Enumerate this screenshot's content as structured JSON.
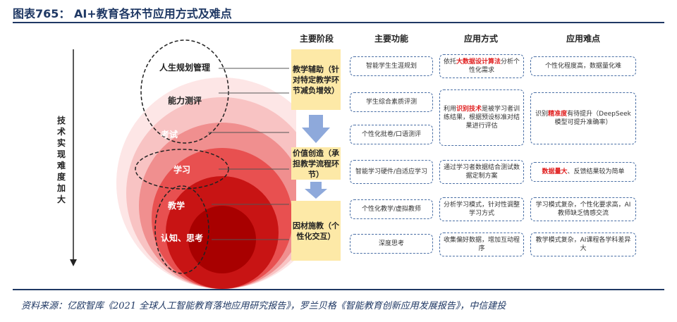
{
  "title": "图表765：  AI+教育各环节应用方式及难点",
  "headers": {
    "stage": "主要阶段",
    "func": "主要功能",
    "method": "应用方式",
    "difficulty": "应用难点"
  },
  "vertical_label": "技术实现难度加大",
  "circles": {
    "life": "人生规划管理",
    "ability": "能力测评",
    "exam": "考试",
    "study": "学习",
    "teach": "教学",
    "cognition": "认知、思考"
  },
  "stages": [
    {
      "label": "教学辅助（针对特定教学环节减负增效）"
    },
    {
      "label": "价值创造（承担教学流程环节）"
    },
    {
      "label": "因材施教（个性化交互）"
    }
  ],
  "functions": [
    "智能学生生涯规划",
    "学生综合素质评测",
    "个性化批卷/口语测评",
    "智能学习硬件/自适应学习",
    "个性化教学/虚拟教师",
    "深度思考"
  ],
  "methods": {
    "m1_pre": "依托",
    "m1_red": "大数据设计算法",
    "m1_post": "分析个性化需求",
    "m2_pre": "利用",
    "m2_red": "识别技术",
    "m2_post": "是被学习者训练结果，根据预设标准对结果进行评估",
    "m3": "通过学习者数据结合测试数据定制方案",
    "m4": "分析学习模式，针对性调整学习方式",
    "m5": "收集偏好数据，增加互动程序"
  },
  "difficulties": {
    "d1": "个性化程度高，数据量化难",
    "d2_pre": "识别",
    "d2_red": "精准度",
    "d2_post": "有待提升（DeepSeek模型可提升准确率）",
    "d3_red": "数据量大",
    "d3_post": "、反馈结果较为简单",
    "d4": "学习模式复杂，个性化要求高，AI教师缺乏情感交流",
    "d5": "教学模式复杂，AI课程各学科差异大"
  },
  "source": "资料来源：亿欧智库《2021 全球人工智能教育落地应用研究报告》，罗兰贝格《智能教育创新应用发展报告》，中信建投",
  "colors": {
    "navy": "#1f3864",
    "stage_bg": "#fde9a7",
    "arrow": "#8ea9db",
    "red": "#e01e1e"
  }
}
